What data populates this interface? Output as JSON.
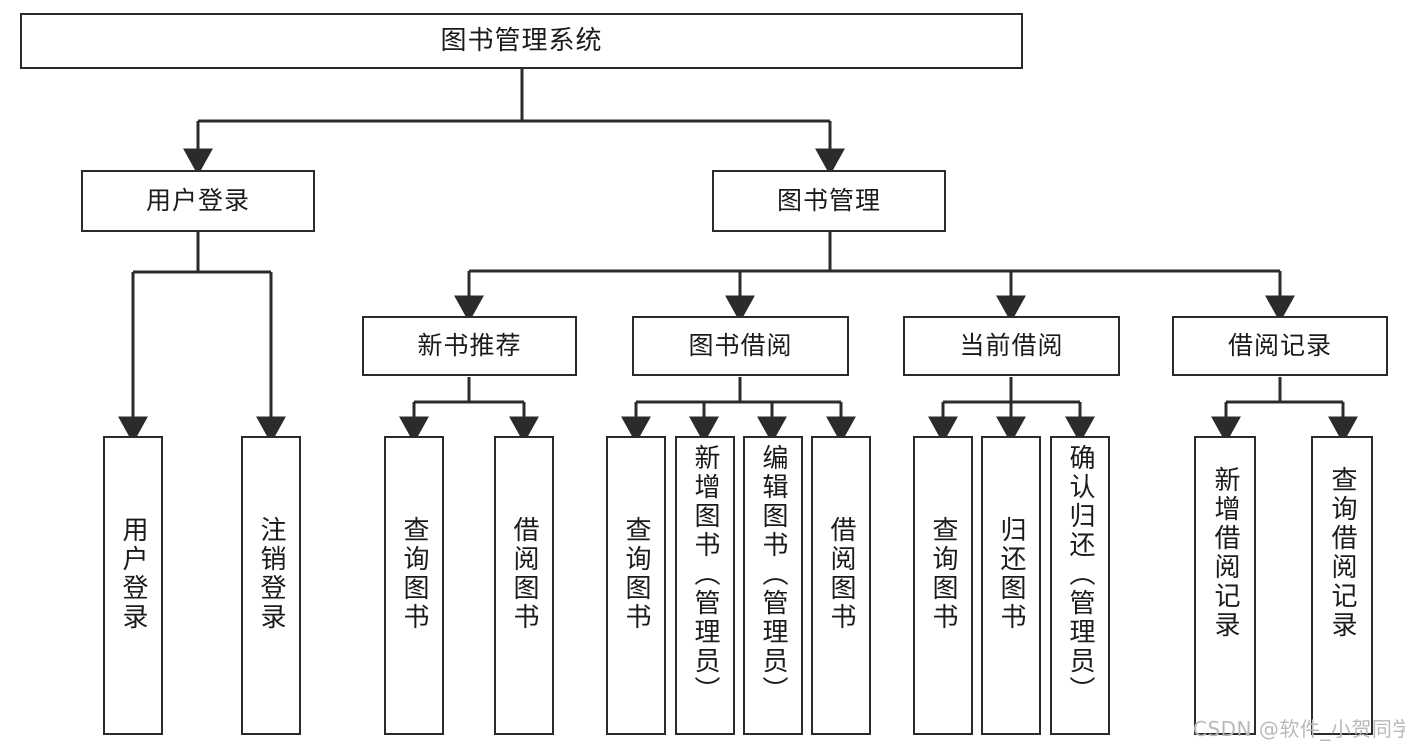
{
  "diagram": {
    "title": "图书管理系统",
    "type": "tree-hierarchy",
    "colors": {
      "node_border": "#2b2b2b",
      "node_fill": "#ffffff",
      "edge": "#2b2b2b",
      "text": "#1b1b1b",
      "watermark": "#b9b9b9",
      "background": "#ffffff"
    },
    "watermark": "CSDN @软件_小贺同学",
    "levels": {
      "level1": [
        {
          "id": "root",
          "label": "图书管理系统"
        }
      ],
      "level2": [
        {
          "id": "user-login",
          "label": "用户登录",
          "parent": "root"
        },
        {
          "id": "book-manage",
          "label": "图书管理",
          "parent": "root"
        }
      ],
      "level3": [
        {
          "id": "new-book-recommend",
          "label": "新书推荐",
          "parent": "book-manage"
        },
        {
          "id": "book-borrow",
          "label": "图书借阅",
          "parent": "book-manage"
        },
        {
          "id": "current-borrow",
          "label": "当前借阅",
          "parent": "book-manage"
        },
        {
          "id": "borrow-record",
          "label": "借阅记录",
          "parent": "book-manage"
        }
      ],
      "leaves": [
        {
          "id": "leaf-user-login",
          "label": "用户登录",
          "parent": "user-login"
        },
        {
          "id": "leaf-logout-login",
          "label": "注销登录",
          "parent": "user-login"
        },
        {
          "id": "leaf-query-book-1",
          "label": "查询图书",
          "parent": "new-book-recommend"
        },
        {
          "id": "leaf-borrow-book-1",
          "label": "借阅图书",
          "parent": "new-book-recommend"
        },
        {
          "id": "leaf-query-book-2",
          "label": "查询图书",
          "parent": "book-borrow"
        },
        {
          "id": "leaf-add-book",
          "label": "新增图书（管理员）",
          "parent": "book-borrow"
        },
        {
          "id": "leaf-edit-book",
          "label": "编辑图书（管理员）",
          "parent": "book-borrow"
        },
        {
          "id": "leaf-borrow-book-2",
          "label": "借阅图书",
          "parent": "book-borrow"
        },
        {
          "id": "leaf-query-book-3",
          "label": "查询图书",
          "parent": "current-borrow"
        },
        {
          "id": "leaf-return-book",
          "label": "归还图书",
          "parent": "current-borrow"
        },
        {
          "id": "leaf-confirm-return",
          "label": "确认归还（管理员）",
          "parent": "current-borrow"
        },
        {
          "id": "leaf-add-record",
          "label": "新增借阅记录",
          "parent": "borrow-record"
        },
        {
          "id": "leaf-query-record",
          "label": "查询借阅记录",
          "parent": "borrow-record"
        }
      ]
    }
  }
}
